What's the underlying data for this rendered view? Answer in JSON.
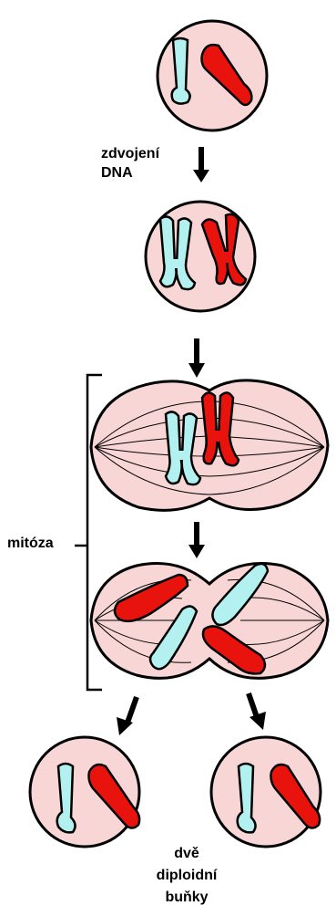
{
  "labels": {
    "dna_replication": [
      "zdvojení",
      "DNA"
    ],
    "mitosis": "mitóza",
    "daughter_cells": [
      "dvě",
      "diploidní",
      "buňky"
    ]
  },
  "colors": {
    "cell_fill": "#f9d6d6",
    "outline": "#000000",
    "chromosome_blue": "#b3f0f0",
    "chromosome_red": "#e8130d",
    "arrow": "#000000"
  }
}
